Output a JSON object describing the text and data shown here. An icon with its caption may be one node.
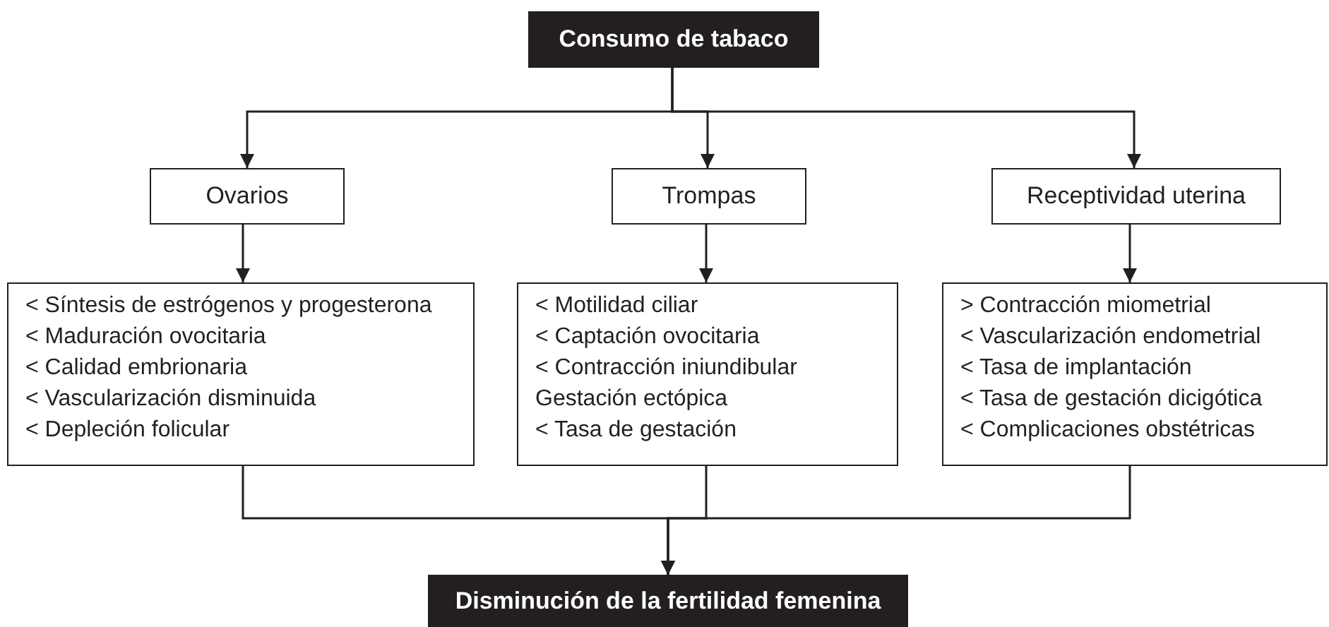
{
  "diagram": {
    "nodes": [
      {
        "text": [
          "Consumo de tabaco"
        ]
      },
      {
        "text": [
          "Ovarios"
        ]
      },
      {
        "text": [
          "Trompas"
        ]
      },
      {
        "text": [
          "Receptividad uterina"
        ]
      },
      {
        "text": [
          "< Síntesis de estrógenos y progesterona",
          "< Maduración ovocitaria",
          "< Calidad embrionaria",
          "< Vascularización disminuida",
          "< Depleción folicular"
        ]
      },
      {
        "text": [
          "< Motilidad ciliar",
          "< Captación ovocitaria",
          "< Contracción iniundibular",
          "Gestación ectópica",
          "< Tasa de gestación"
        ]
      },
      {
        "text": [
          "> Contracción miometrial",
          "< Vascularización endometrial",
          "< Tasa de implantación",
          "< Tasa de gestación dicigótica",
          "< Complicaciones obstétricas"
        ]
      },
      {
        "text": [
          "Disminución de la fertilidad femenina"
        ]
      }
    ],
    "edges": [
      {
        "from": 0,
        "to": 1,
        "arrow": "to"
      },
      {
        "from": 0,
        "to": 2,
        "arrow": "to"
      },
      {
        "from": 0,
        "to": 3,
        "arrow": "to"
      },
      {
        "from": 1,
        "to": 4,
        "arrow": "to"
      },
      {
        "from": 2,
        "to": 5,
        "arrow": "to"
      },
      {
        "from": 3,
        "to": 6,
        "arrow": "to"
      },
      {
        "from": 4,
        "to": 7,
        "arrow": "to"
      },
      {
        "from": 5,
        "to": 7,
        "arrow": "to"
      },
      {
        "from": 6,
        "to": 7,
        "arrow": "to"
      }
    ]
  }
}
